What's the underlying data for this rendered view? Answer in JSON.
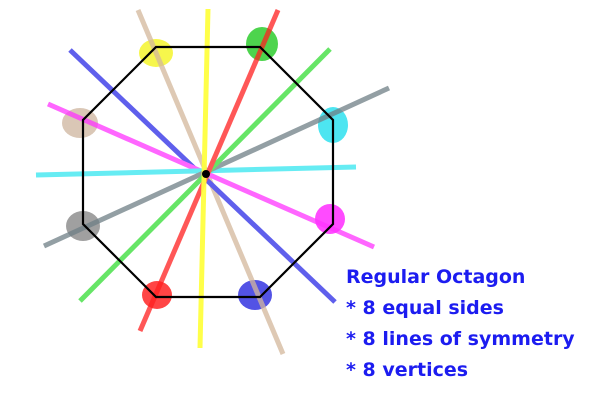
{
  "caption": {
    "title": "Regular Octagon",
    "facts": [
      "* 8 equal sides",
      "* 8 lines of symmetry",
      "* 8 vertices"
    ]
  },
  "shape": {
    "name": "regular octagon",
    "sides": 8,
    "lines_of_symmetry": 8,
    "vertices": 8
  },
  "colors": {
    "outline": "#000000",
    "caption_text": "#1c1cf0",
    "symmetry_lines": [
      "#ffff00",
      "#33dd33",
      "#808e94",
      "#ff33ff",
      "#d4b89c",
      "#ff2020",
      "#2a2ae6",
      "#33e6f0"
    ],
    "vertex_marks": [
      "#f2f200",
      "#2ecc2e",
      "#2ee0ee",
      "#ff2bff",
      "#3535e0",
      "#ff2424",
      "#808080",
      "#cdb49e"
    ]
  }
}
